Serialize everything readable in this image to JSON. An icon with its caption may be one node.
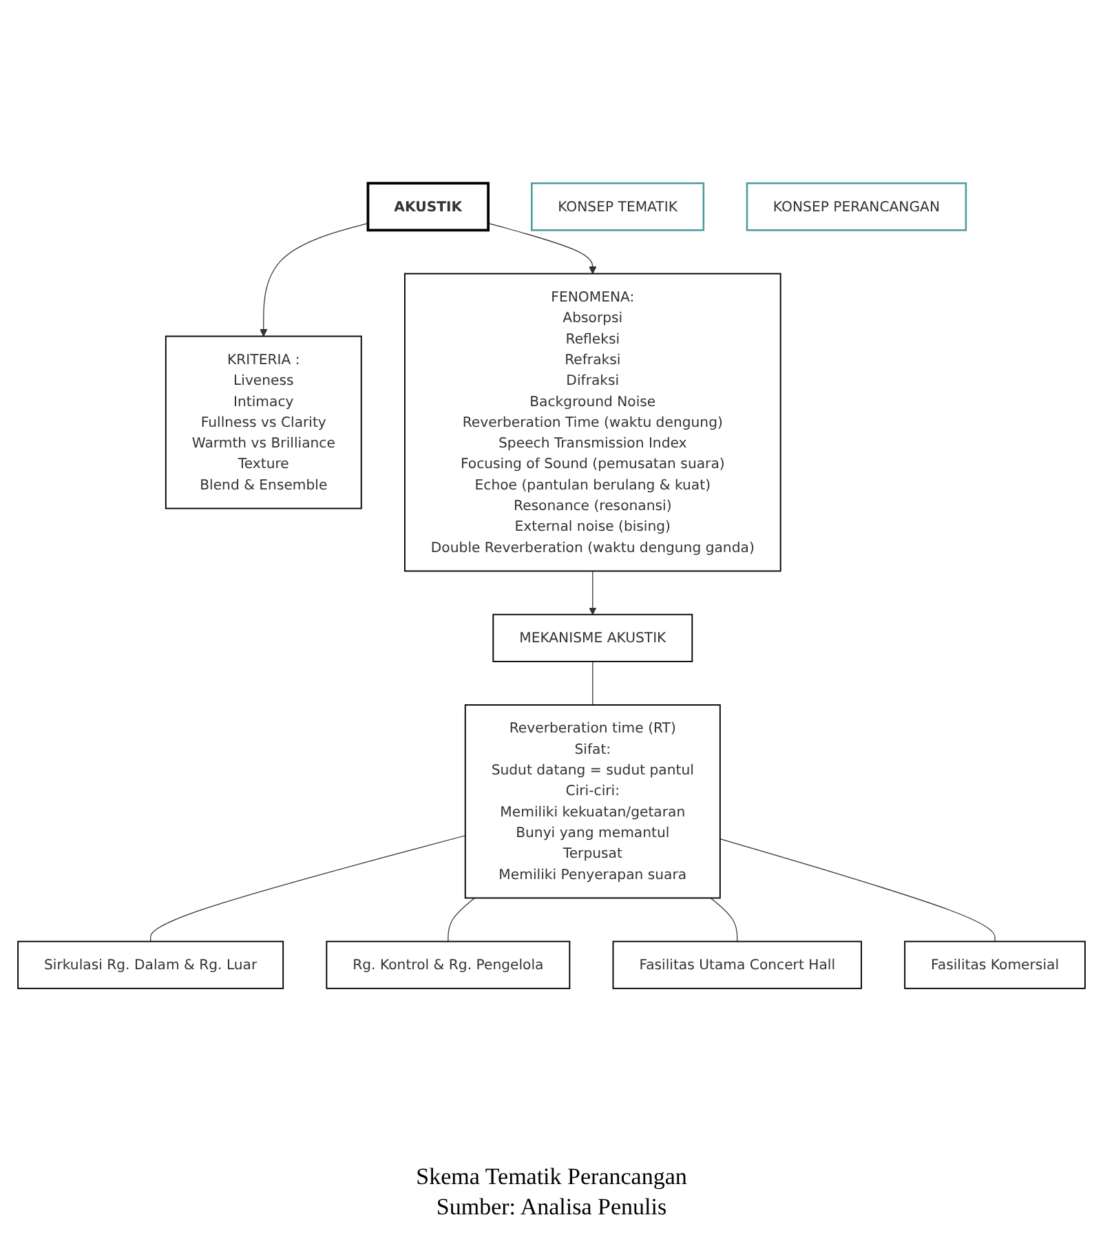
{
  "diagram": {
    "caption": "Skema Tematik Perancangan",
    "nodes": [
      {
        "text": [
          "AKUSTIK"
        ]
      },
      {
        "text": [
          "KRITERIA :",
          "Liveness",
          "Intimacy",
          "Fullness vs Clarity",
          "Warmth vs Brilliance",
          "Texture",
          "Blend & Ensemble"
        ]
      },
      {
        "text": [
          "FENOMENA:",
          "Absorpsi",
          "Refleksi",
          "Refraksi",
          "Difraksi",
          "Background Noise",
          "Reverberation Time (waktu dengung)",
          "Speech Transmission Index",
          "Focusing of Sound (pemusatan suara)",
          "Echoe (pantulan berulang & kuat)",
          "Resonance (resonansi)",
          "External noise (bising)",
          "Double Reverberation (waktu dengung ganda)"
        ]
      },
      {
        "text": [
          "KONSEP TEMATIK"
        ]
      },
      {
        "text": [
          "MEKANISME AKUSTIK"
        ]
      },
      {
        "text": [
          "Reverberation time (RT)",
          "Sifat:",
          "Sudut datang = sudut pantul",
          "Ciri-ciri:",
          "Memiliki kekuatan/getaran",
          "Bunyi yang memantul",
          "Terpusat",
          "Memiliki Penyerapan suara"
        ]
      },
      {
        "text": [
          "Sirkulasi Rg. Dalam & Rg. Luar"
        ]
      },
      {
        "text": [
          "Rg. Kontrol & Rg. Pengelola"
        ]
      },
      {
        "text": [
          "Fasilitas Utama Concert Hall"
        ]
      },
      {
        "text": [
          "Fasilitas Komersial"
        ]
      },
      {
        "text": [
          "KONSEP PERANCANGAN"
        ]
      }
    ],
    "edges": [
      {
        "from": 0,
        "to": 1,
        "arrow": "to"
      },
      {
        "from": 0,
        "to": 2,
        "arrow": "to"
      },
      {
        "from": 2,
        "to": 4,
        "arrow": "to"
      },
      {
        "from": 4,
        "to": 5,
        "arrow": "none"
      },
      {
        "from": 5,
        "to": 6,
        "arrow": "none"
      },
      {
        "from": 5,
        "to": 7,
        "arrow": "none"
      },
      {
        "from": 5,
        "to": 8,
        "arrow": "none"
      },
      {
        "from": 5,
        "to": 9,
        "arrow": "none"
      }
    ],
    "labels": [
      "Sumber: Analisa Penulis"
    ]
  }
}
